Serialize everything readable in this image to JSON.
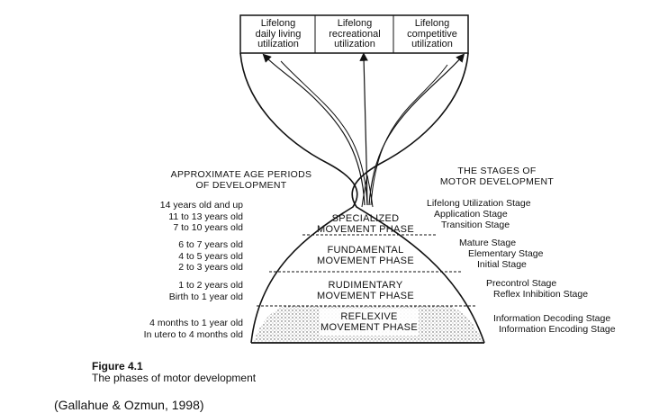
{
  "top_utilizations": [
    [
      "Lifelong",
      "daily living",
      "utilization"
    ],
    [
      "Lifelong",
      "recreational",
      "utilization"
    ],
    [
      "Lifelong",
      "competitive",
      "utilization"
    ]
  ],
  "left_heading": [
    "APPROXIMATE AGE PERIODS",
    "OF DEVELOPMENT"
  ],
  "right_heading": [
    "THE STAGES OF",
    "MOTOR DEVELOPMENT"
  ],
  "phases": [
    {
      "name": [
        "SPECIALIZED",
        "MOVEMENT PHASE"
      ],
      "ages": [
        "14 years old and up",
        "11 to 13 years old",
        "7 to 10 years old"
      ],
      "stages": [
        "Lifelong Utilization Stage",
        "Application Stage",
        "Transition Stage"
      ]
    },
    {
      "name": [
        "FUNDAMENTAL",
        "MOVEMENT PHASE"
      ],
      "ages": [
        "6 to 7 years old",
        "4 to 5 years old",
        "2 to 3 years old"
      ],
      "stages": [
        "Mature Stage",
        "Elementary Stage",
        "Initial Stage"
      ]
    },
    {
      "name": [
        "RUDIMENTARY",
        "MOVEMENT PHASE"
      ],
      "ages": [
        "1 to 2 years old",
        "Birth to 1 year old"
      ],
      "stages": [
        "Precontrol Stage",
        "Reflex Inhibition Stage"
      ]
    },
    {
      "name": [
        "REFLEXIVE",
        "MOVEMENT PHASE"
      ],
      "ages": [
        "4 months to 1 year old",
        "In utero to 4 months old"
      ],
      "stages": [
        "Information Decoding Stage",
        "Information Encoding Stage"
      ]
    }
  ],
  "caption": {
    "figure_number": "Figure 4.1",
    "title": "The phases of motor development"
  },
  "citation": "(Gallahue & Ozmun, 1998)"
}
